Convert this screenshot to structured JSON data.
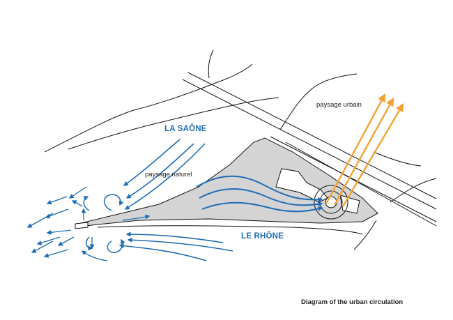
{
  "labels": {
    "saone": "LA SAÔNE",
    "rhone": "LE RHÔNE",
    "paysage_naturel": "paysage naturel",
    "paysage_urbain": "paysage urbain"
  },
  "caption": "Diagram of the urban circulation",
  "colors": {
    "river_arrow": "#1f6cb5",
    "urban_arrow": "#f4a233",
    "site_fill": "#d4d4d4",
    "line": "#111111"
  }
}
